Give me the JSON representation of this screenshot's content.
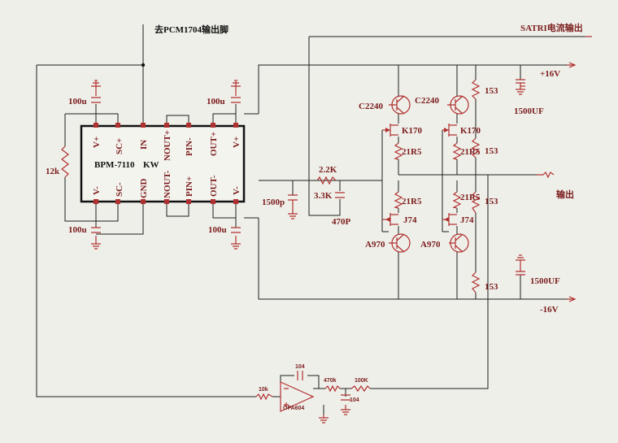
{
  "header": {
    "pcm_note": "去PCM1704输出脚",
    "satri_label": "SATRI电流输出"
  },
  "chip": {
    "name": "BPM-7110",
    "suffix": "KW",
    "top_pins": [
      "V+",
      "SC+",
      "IN",
      "NOUT+",
      "PIN-",
      "OUT+",
      "V+"
    ],
    "bottom_pins": [
      "V-",
      "SC-",
      "GND",
      "NOUT-",
      "PIN+",
      "OUT-",
      "V-"
    ]
  },
  "passives": {
    "cap_left_top": "100u",
    "cap_left_bottom": "100u",
    "cap_right_top": "100u",
    "cap_right_bottom": "100u",
    "res_12k": "12k",
    "res_2k2": "2.2K",
    "res_3k3": "3.3K",
    "cap_1500p": "1500p",
    "cap_470p": "470P",
    "res_21r5_1": "21R5",
    "res_21r5_2": "21R5",
    "res_21r5_3": "21R5",
    "res_21r5_4": "21R5",
    "res_153_1": "153",
    "res_153_2": "153",
    "res_153_3": "153",
    "res_153_4": "153",
    "cap_top_rail": "1500UF",
    "cap_bot_rail": "1500UF"
  },
  "transistors": {
    "q1": "C2240",
    "q2": "C2240",
    "q3": "K170",
    "q4": "K170",
    "q5": "J74",
    "q6": "J74",
    "q7": "A970",
    "q8": "A970"
  },
  "rails": {
    "pos": "+16V",
    "neg": "-16V",
    "output": "输出"
  },
  "servo": {
    "opamp": "OPA604",
    "r_in": "10k",
    "c_fb": "104",
    "r_470k": "470k",
    "r_100k": "100K",
    "c_104": "104"
  }
}
